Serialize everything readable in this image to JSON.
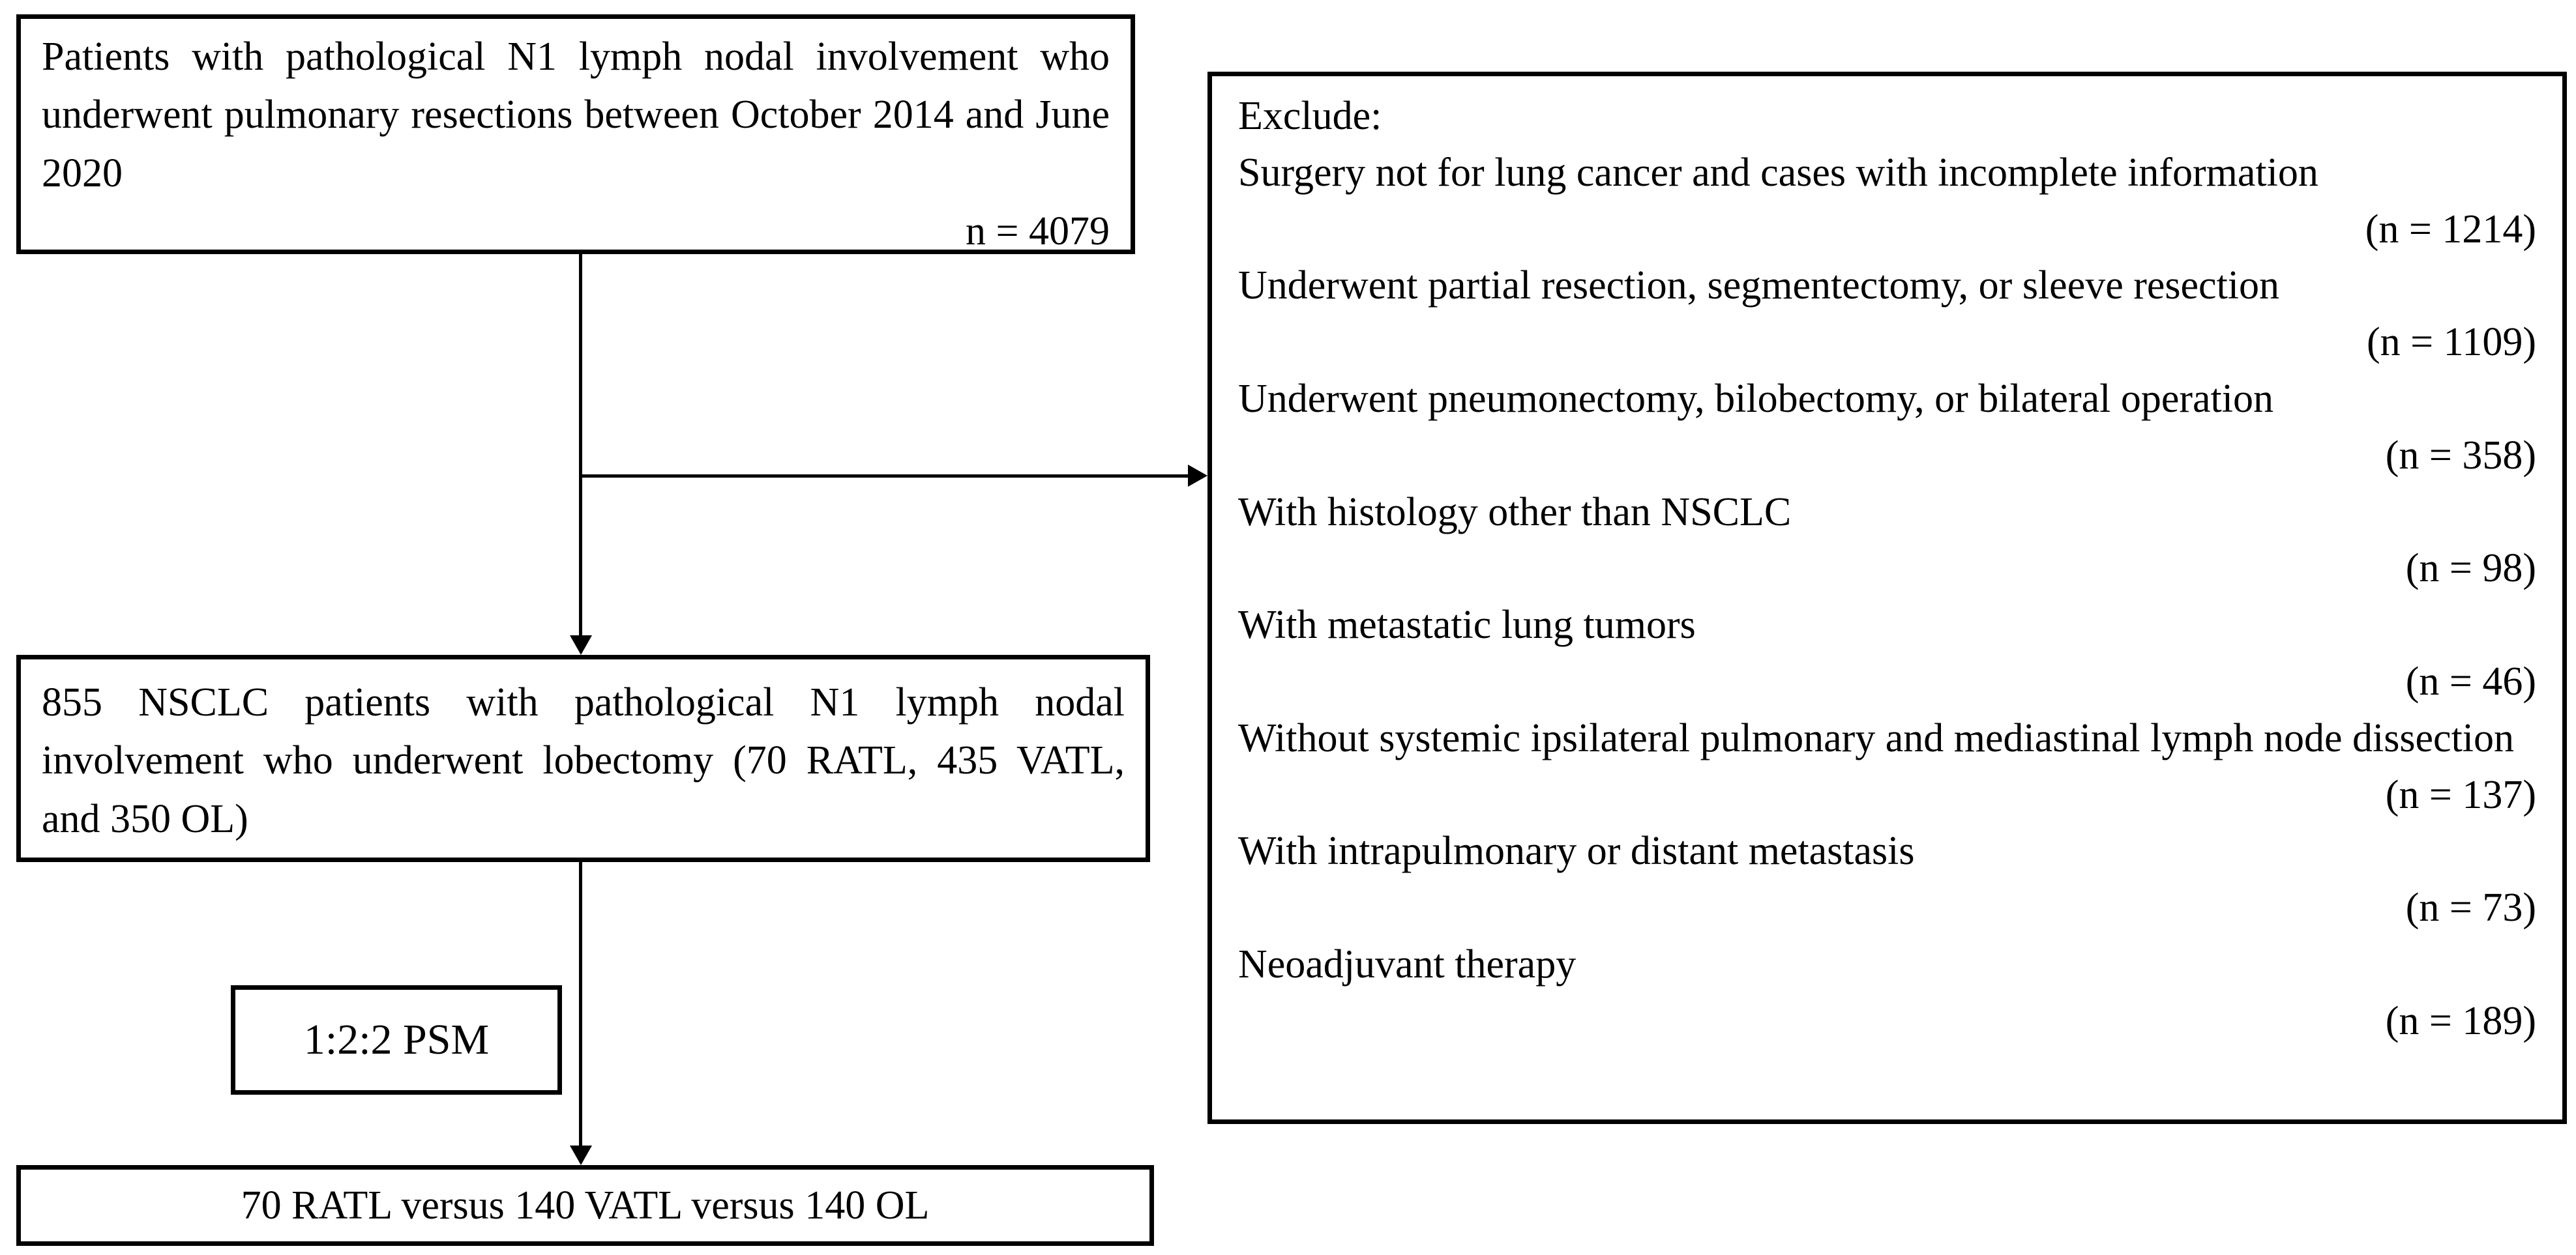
{
  "diagram": {
    "type": "flowchart",
    "colors": {
      "background": "#ffffff",
      "box_border": "#000000",
      "text": "#000000"
    },
    "initial_box": {
      "text": "Patients with pathological N1 lymph nodal involvement who underwent pulmonary resections between October 2014 and June 2020",
      "count": "n = 4079"
    },
    "exclude_box": {
      "title": "Exclude:",
      "items": [
        {
          "label": "Surgery not for lung cancer and cases with incomplete information",
          "count": "(n = 1214)"
        },
        {
          "label": "Underwent partial resection, segmentectomy, or sleeve resection",
          "count": "(n = 1109)"
        },
        {
          "label": "Underwent pneumonectomy, bilobectomy, or bilateral operation",
          "count": "(n = 358)"
        },
        {
          "label": "With histology other than NSCLC",
          "count": "(n = 98)"
        },
        {
          "label": "With metastatic lung tumors",
          "count": "(n = 46)"
        },
        {
          "label": "Without systemic ipsilateral pulmonary and mediastinal lymph node dissection",
          "count": "(n = 137)"
        },
        {
          "label": "With intrapulmonary or distant metastasis",
          "count": "(n = 73)"
        },
        {
          "label": "Neoadjuvant therapy",
          "count": "(n = 189)"
        }
      ]
    },
    "eligible_box": {
      "text": "855 NSCLC patients with pathological N1 lymph nodal involvement who underwent lobectomy (70 RATL, 435 VATL, and 350 OL)"
    },
    "psm_box": {
      "label": "1:2:2 PSM"
    },
    "final_box": {
      "text": "70 RATL versus 140 VATL versus 140 OL"
    }
  }
}
